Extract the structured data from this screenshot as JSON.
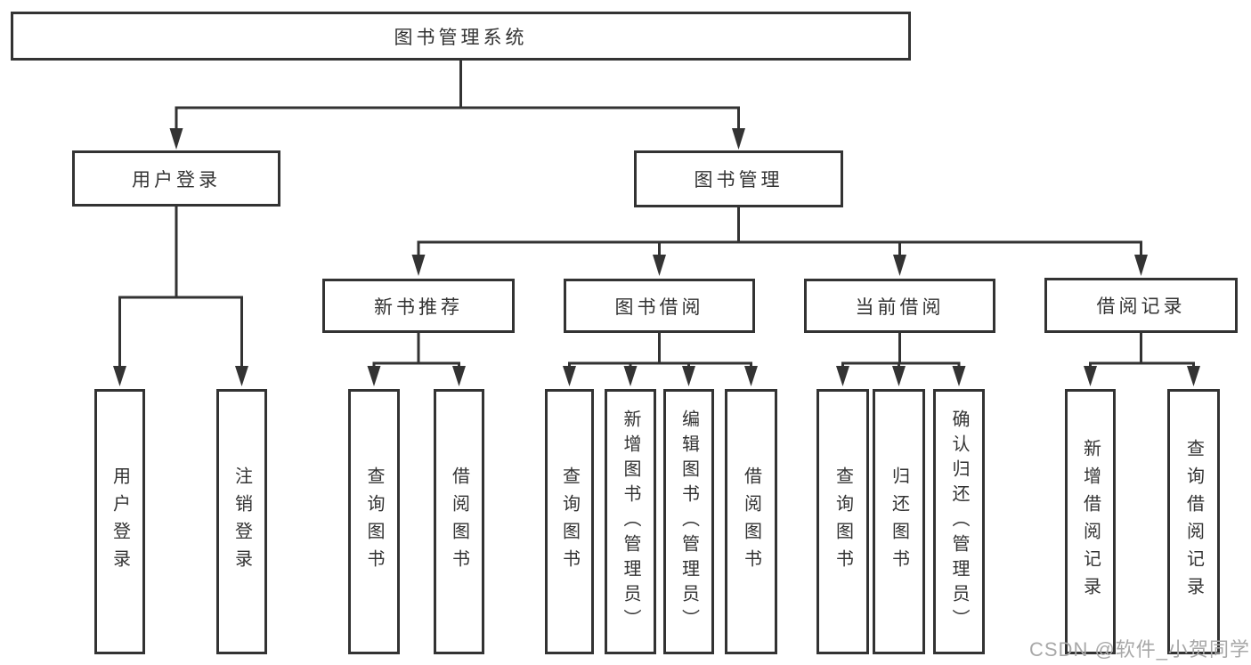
{
  "diagram": {
    "title": "图书管理系统",
    "root": {
      "label": "图书管理系统"
    },
    "level2": [
      {
        "label": "用户登录"
      },
      {
        "label": "图书管理"
      }
    ],
    "level3": [
      {
        "label": "新书推荐",
        "parent": "图书管理"
      },
      {
        "label": "图书借阅",
        "parent": "图书管理"
      },
      {
        "label": "当前借阅",
        "parent": "图书管理"
      },
      {
        "label": "借阅记录",
        "parent": "图书管理"
      }
    ],
    "leaves": [
      {
        "label": "用户登录",
        "parent": "用户登录"
      },
      {
        "label": "注销登录",
        "parent": "用户登录"
      },
      {
        "label": "查询图书",
        "parent": "新书推荐"
      },
      {
        "label": "借阅图书",
        "parent": "新书推荐"
      },
      {
        "label": "查询图书",
        "parent": "图书借阅"
      },
      {
        "label": "新增图书（管理员）",
        "parent": "图书借阅"
      },
      {
        "label": "编辑图书（管理员）",
        "parent": "图书借阅"
      },
      {
        "label": "借阅图书",
        "parent": "图书借阅"
      },
      {
        "label": "查询图书",
        "parent": "当前借阅"
      },
      {
        "label": "归还图书",
        "parent": "当前借阅"
      },
      {
        "label": "确认归还（管理员）",
        "parent": "当前借阅"
      },
      {
        "label": "新增借阅记录",
        "parent": "借阅记录"
      },
      {
        "label": "查询借阅记录",
        "parent": "借阅记录"
      }
    ]
  },
  "watermark": {
    "text": "CSDN @软件_小贺同学"
  },
  "colors": {
    "line": "#333333",
    "border": "#333333",
    "text": "#333333",
    "background": "#ffffff",
    "watermark": "#a8a8a8"
  }
}
